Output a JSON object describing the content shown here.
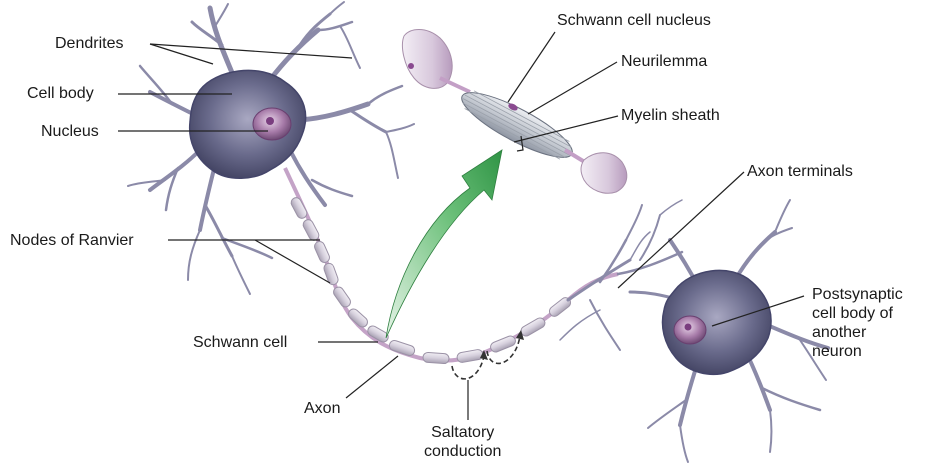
{
  "labels": {
    "dendrites": "Dendrites",
    "cell_body": "Cell body",
    "nucleus": "Nucleus",
    "nodes_of_ranvier": "Nodes of Ranvier",
    "schwann_cell": "Schwann cell",
    "axon": "Axon",
    "saltatory_conduction": "Saltatory\nconduction",
    "schwann_cell_nucleus": "Schwann cell nucleus",
    "neurilemma": "Neurilemma",
    "myelin_sheath": "Myelin sheath",
    "axon_terminals": "Axon terminals",
    "postsynaptic": "Postsynaptic\ncell body of\nanother\nneuron"
  },
  "colors": {
    "neuron_body": "#5d5f7e",
    "neuron_highlight": "#c9c8dc",
    "nucleus": "#8a5a8c",
    "myelin": "#d9d4e0",
    "axon_pink": "#b88fb8",
    "arrow_green": "#4aa85a",
    "leader_line": "#222222"
  }
}
